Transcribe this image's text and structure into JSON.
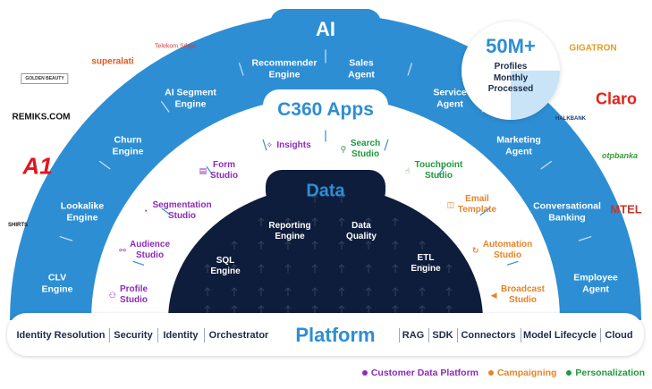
{
  "ai": {
    "title": "AI",
    "items": [
      "CLV\nEngine",
      "Lookalike\nEngine",
      "Churn\nEngine",
      "AI Segment\nEngine",
      "Recommender\nEngine",
      "Sales\nAgent",
      "Service\nAgent",
      "Marketing\nAgent",
      "Conversational\nBanking",
      "Employee\nAgent"
    ]
  },
  "stat": {
    "value": "50M+",
    "description": "Profiles\nMonthly\nProcessed"
  },
  "apps": {
    "title": "C360 Apps",
    "items": [
      {
        "label": "Profile\nStudio",
        "icon": "person-icon",
        "glyph": "⚇",
        "category": "cdp"
      },
      {
        "label": "Audience\nStudio",
        "icon": "group-icon",
        "glyph": "⚯",
        "category": "cdp"
      },
      {
        "label": "Segmentation\nStudio",
        "icon": "pie-chart-icon",
        "glyph": "◔",
        "category": "cdp"
      },
      {
        "label": "Form\nStudio",
        "icon": "clipboard-icon",
        "glyph": "▤",
        "category": "cdp"
      },
      {
        "label": "Insights",
        "icon": "sparkle-icon",
        "glyph": "✧",
        "category": "cdp"
      },
      {
        "label": "Search\nStudio",
        "icon": "search-icon",
        "glyph": "⚲",
        "category": "personalization"
      },
      {
        "label": "Touchpoint\nStudio",
        "icon": "touch-icon",
        "glyph": "☝",
        "category": "personalization"
      },
      {
        "label": "Email\nTemplate",
        "icon": "template-icon",
        "glyph": "◫",
        "category": "campaigning"
      },
      {
        "label": "Automation\nStudio",
        "icon": "refresh-icon",
        "glyph": "↻",
        "category": "campaigning"
      },
      {
        "label": "Broadcast\nStudio",
        "icon": "megaphone-icon",
        "glyph": "◀",
        "category": "campaigning"
      }
    ]
  },
  "data": {
    "title": "Data",
    "items": [
      "SQL\nEngine",
      "Reporting\nEngine",
      "Data\nQuality",
      "ETL\nEngine"
    ]
  },
  "platform": {
    "title": "Platform",
    "left": [
      "Identity Resolution",
      "Security",
      "Identity",
      "Orchestrator"
    ],
    "right": [
      "RAG",
      "SDK",
      "Connectors",
      "Model Lifecycle",
      "Cloud"
    ]
  },
  "legend": [
    {
      "label": "Customer Data Platform",
      "color": "#8e2bb8"
    },
    {
      "label": "Campaigning",
      "color": "#e6842a"
    },
    {
      "label": "Personalization",
      "color": "#1f9a3c"
    }
  ],
  "logos": {
    "left": [
      "Telekom Srbija",
      "superalati",
      "GOLDEN BEAUTY",
      "REMIKS.COM",
      "A1",
      "SHIRTS"
    ],
    "right": [
      "GIGATRON",
      "Claro",
      "HALKBANK",
      "otpbanka",
      "MTEL"
    ]
  },
  "colors": {
    "ai_ring": "#2d8ed4",
    "data_core": "#0f1d3c",
    "cdp": "#8e2bb8",
    "campaigning": "#e6842a",
    "personalization": "#1f9a3c"
  }
}
